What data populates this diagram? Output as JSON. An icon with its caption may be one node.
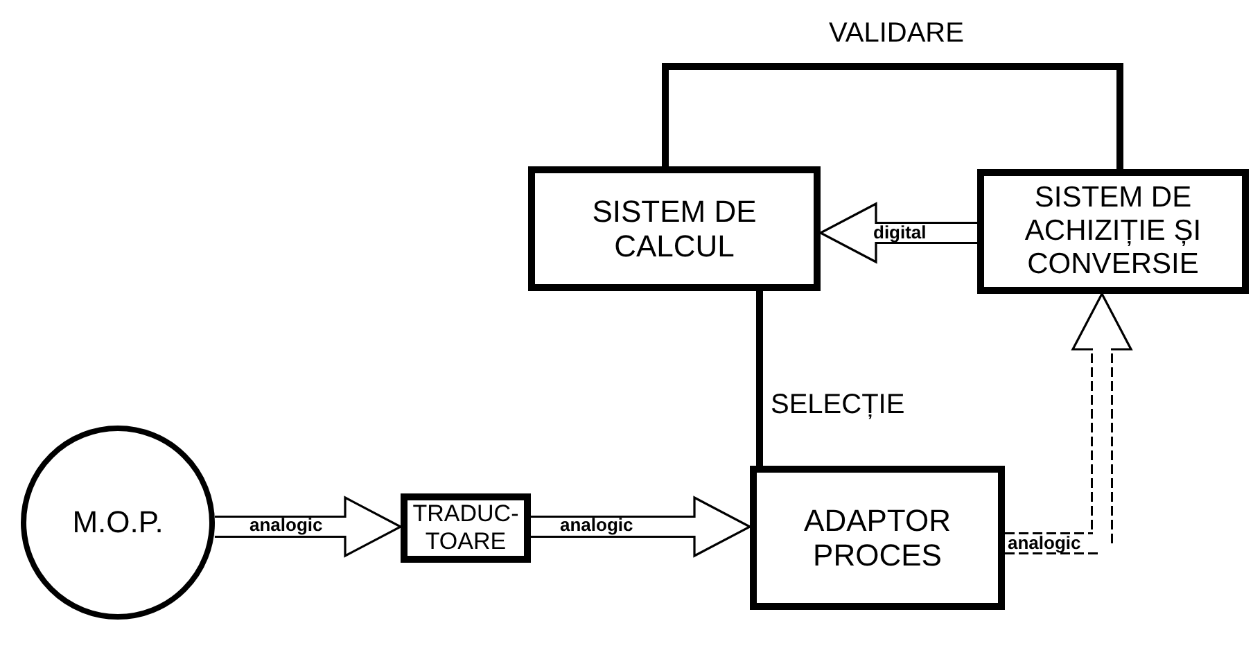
{
  "diagram": {
    "nodes": [
      {
        "text": [
          "M.O.P."
        ]
      },
      {
        "text": [
          "TRADUC- TOARE"
        ]
      },
      {
        "text": [
          "ADAPTOR PROCES"
        ]
      },
      {
        "text": [
          "SISTEM DE CALCUL"
        ]
      },
      {
        "text": [
          "SISTEM DE ACHIZIȚIE ȘI CONVERSIE"
        ]
      }
    ],
    "edges": [
      {
        "from": 0,
        "to": 1,
        "arrow": "to",
        "label": "analogic"
      },
      {
        "from": 1,
        "to": 2,
        "arrow": "to",
        "label": "analogic"
      },
      {
        "from": 4,
        "to": 3,
        "arrow": "to",
        "label": "digital"
      },
      {
        "from": 2,
        "to": 4,
        "arrow": "to",
        "label": "analogic",
        "style": "dashed"
      },
      {
        "from": 3,
        "to": 2,
        "arrow": "none",
        "label": "SELECȚIE"
      },
      {
        "from": 3,
        "to": 4,
        "arrow": "none",
        "label": "VALIDARE"
      }
    ]
  }
}
